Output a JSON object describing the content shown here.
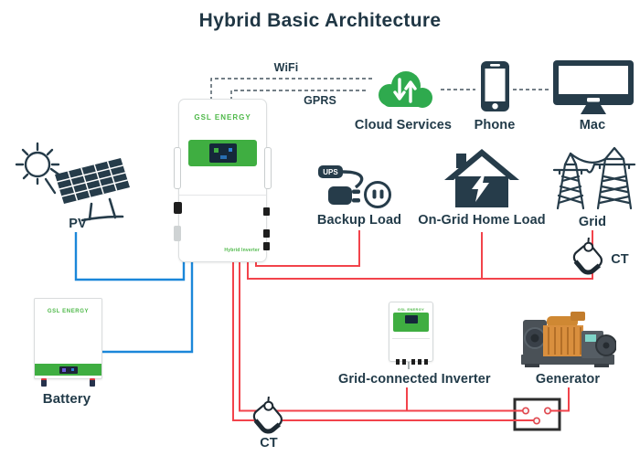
{
  "page": {
    "title": "Hybrid Basic Architecture"
  },
  "comm_links": {
    "wifi_label": "WiFi",
    "gprs_label": "GPRS"
  },
  "devices": {
    "hybrid_inverter": {
      "brand": "GSL ENERGY",
      "model_label": "Hybrid Inverter"
    },
    "battery": {
      "brand": "GSL ENERGY",
      "label": "Battery"
    },
    "grid_connected_inverter": {
      "brand": "GSL ENERGY",
      "label": "Grid-connected Inverter"
    },
    "generator": {
      "label": "Generator"
    }
  },
  "nodes": {
    "pv": {
      "label": "PV"
    },
    "cloud_services": {
      "label": "Cloud Services"
    },
    "phone": {
      "label": "Phone"
    },
    "mac": {
      "label": "Mac"
    },
    "backup_load": {
      "label": "Backup Load",
      "ups_tag": "UPS"
    },
    "on_grid_home_load": {
      "label": "On-Grid Home Load"
    },
    "grid": {
      "label": "Grid"
    },
    "ct_grid": {
      "label": "CT"
    },
    "ct_backup": {
      "label": "CT"
    }
  },
  "colors": {
    "ink": "#223b49",
    "icon_dark": "#263c4a",
    "brand_green": "#4db848",
    "panel_green": "#3fae41",
    "cloud_green": "#2faa4e",
    "wire_red": "#f2434b",
    "wire_blue": "#1b87d9",
    "dashed_link": "#45545e"
  }
}
